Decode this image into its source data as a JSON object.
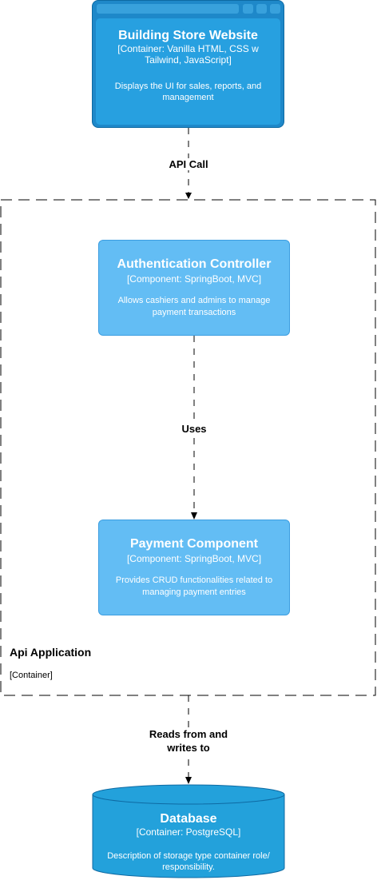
{
  "website": {
    "title": "Building Store Website",
    "subtitle": "[Container: Vanilla HTML, CSS w Tailwind, JavaScript]",
    "description": "Displays the UI for sales, reports, and management"
  },
  "edges": {
    "api_call": "API Call",
    "uses": "Uses",
    "reads_writes": "Reads from and writes to"
  },
  "boundary": {
    "title": "Api Application",
    "subtitle": "[Container]"
  },
  "auth_controller": {
    "title": "Authentication Controller",
    "subtitle": "[Component: SpringBoot, MVC]",
    "description": "Allows cashiers and admins to manage payment transactions"
  },
  "payment_component": {
    "title": "Payment Component",
    "subtitle": "[Component: SpringBoot, MVC]",
    "description": "Provides CRUD functionalities related to managing payment entries"
  },
  "database": {
    "title": "Database",
    "subtitle": "[Container: PostgreSQL]",
    "description": "Description of storage type container role/ responsibility."
  },
  "colors": {
    "container_blue": "#27a0e0",
    "component_blue": "#63bdf4",
    "database_blue": "#23a1db"
  }
}
